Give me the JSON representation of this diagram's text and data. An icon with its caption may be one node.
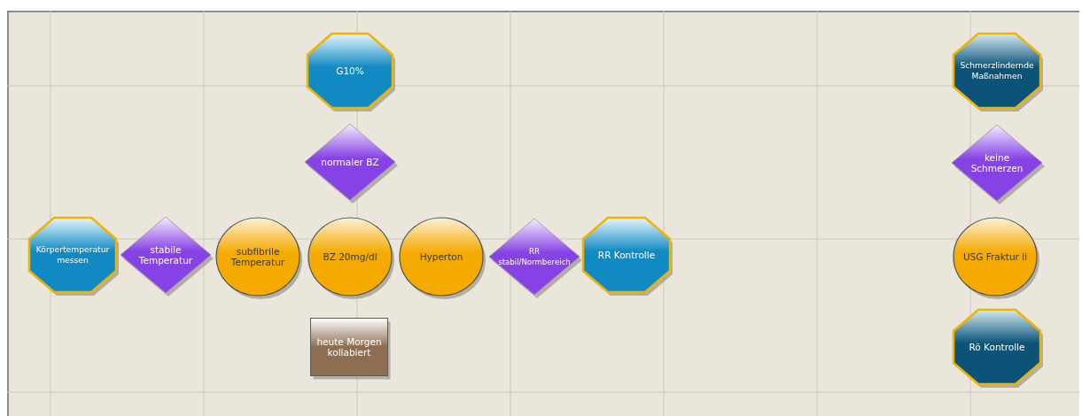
{
  "diagram": {
    "nodes": [
      {
        "text": [
          "G10%"
        ]
      },
      {
        "text": [
          "Schmerzlindernde Maßnahmen"
        ]
      },
      {
        "text": [
          "normaler BZ"
        ]
      },
      {
        "text": [
          "keine Schmerzen"
        ]
      },
      {
        "text": [
          "Körpertemperatur messen"
        ]
      },
      {
        "text": [
          "stabile Temperatur"
        ]
      },
      {
        "text": [
          "subfibrile Temperatur"
        ]
      },
      {
        "text": [
          "BZ 20mg/dl"
        ]
      },
      {
        "text": [
          "Hyperton"
        ]
      },
      {
        "text": [
          "RR stabil/Normbereich"
        ]
      },
      {
        "text": [
          "RR Kontrolle"
        ]
      },
      {
        "text": [
          "USG Fraktur li"
        ]
      },
      {
        "text": [
          "heute Morgen kollabiert"
        ]
      },
      {
        "text": [
          "Rö Kontrolle"
        ]
      }
    ]
  }
}
